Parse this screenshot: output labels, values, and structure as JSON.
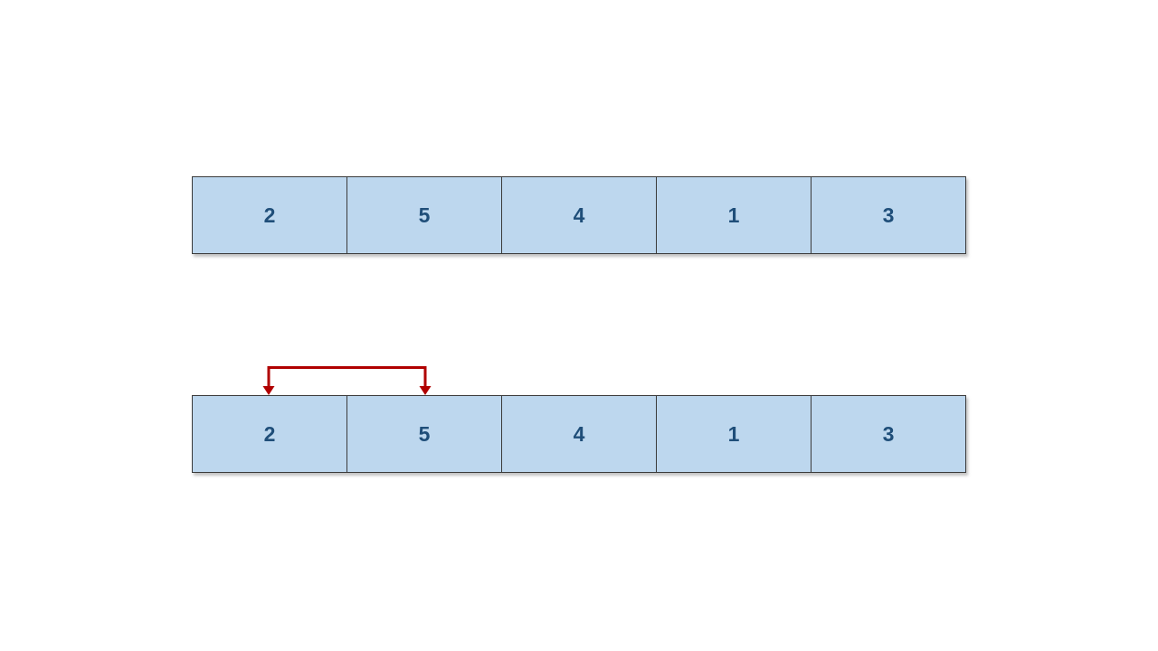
{
  "diagram": {
    "description": "array comparison step",
    "background": "#ffffff"
  },
  "arrays": [
    {
      "name": "array-state-before",
      "values": [
        "2",
        "5",
        "4",
        "1",
        "3"
      ]
    },
    {
      "name": "array-state-after",
      "values": [
        "2",
        "5",
        "4",
        "1",
        "3"
      ]
    }
  ],
  "comparison_arrow": {
    "type": "compare-bracket",
    "points_to_indices": [
      0,
      1
    ],
    "target_array": "array-state-after",
    "color": "#B00000"
  },
  "colors": {
    "cell_fill": "#BDD7EE",
    "cell_border": "#3B3B3B",
    "cell_text": "#1F4E79",
    "arrow": "#B00000"
  }
}
